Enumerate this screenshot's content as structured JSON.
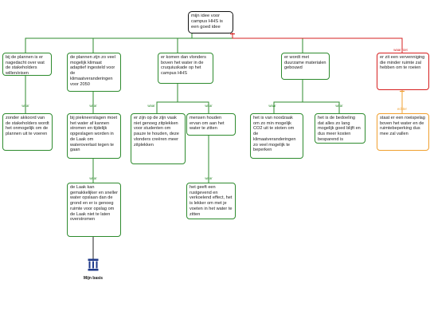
{
  "edge_labels": {
    "waar": "waar",
    "waar_niet": "waar niet",
    "echter": "echter"
  },
  "colors": {
    "supporting": "#2e8b2e",
    "opposing": "#d62020",
    "rebuttal": "#f0a030",
    "root_border": "#111111",
    "base_link": "#222222",
    "base_icon": "#1f3a8a"
  },
  "nodes": {
    "root": "mijn idee voor campus HHS is een goed idee",
    "n1": "bij de plannen is er nagedacht over wat de stakeholders willen/eisen",
    "n2": "de plannen zijn zo veel mogelijk klimaat adaptief ingesteld voor de klimaatveranderingen voor 2050",
    "n3": "er komen dan vlonders boven het water in de cruquiuskade op het campus HHS",
    "n4": "er wordt met duurzame materialen gebouwd",
    "n5": "er zit een vervenniging die minder ruimte zal hebben om te roeien",
    "n1a": "zonder akkoord van de stakeholders wordt het onmogelijk om de plannen uit te voeren",
    "n2a": "bij piekneerslagen moet het water af kannen stromen en tijdelijk opgeslagen worden in de Laak om wateroverlast tegen te gaan",
    "n2b": "de Laak kan gemakkelijker en sneller water opslaan dan de grond en er is genoeg ruimte voor opslag om de Laak niet te laten overstromen",
    "n3a": "er zijn op de zijn vaak niet genoeg zitplekken voor studenten om pauze te houden, deze vlonders creëren meer zitplekken",
    "n3b": "mensen houden ervan om aan het water te zitten",
    "n3c": "het geeft een rustgevend en verkoelend effect, het is lekker om met je voeten in het water te zitten",
    "n4a": "het is van noodzaak om zo min mogelijk CO2 uit te stoten om de klimaatveranderingen zo veel mogelijk te beperken",
    "n4b": "het is de bedoeling dat alles zo lang mogelijk goed blijft en dus meer kosten besparend is",
    "n5a": "staat er een roeispelag boven het water en de ruimtebeperking dus mee zal vallen"
  },
  "basis": {
    "label": "Mijn basis",
    "icon": "pillar-icon"
  }
}
